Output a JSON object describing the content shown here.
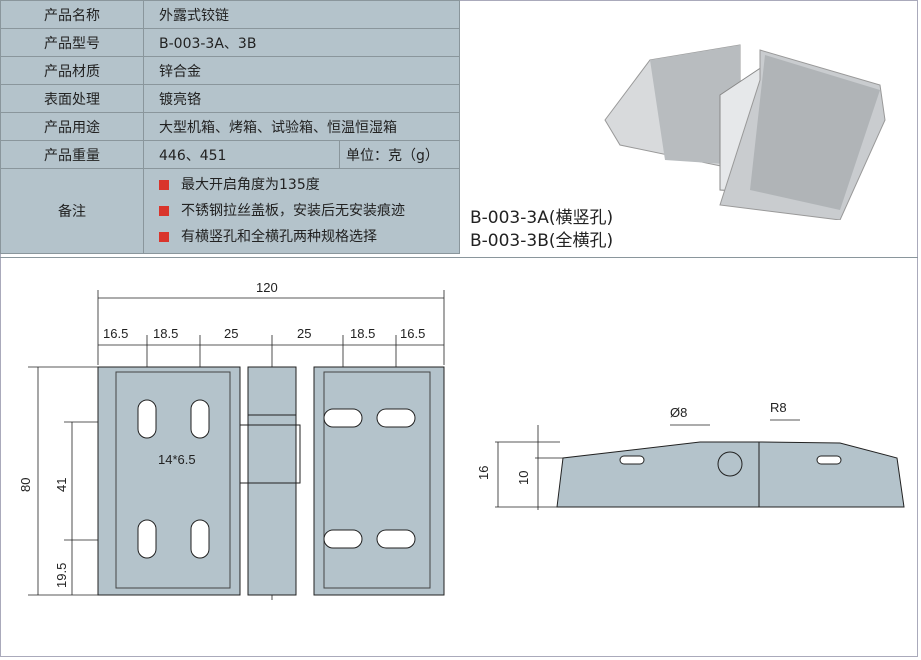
{
  "spec": {
    "rows": [
      {
        "label": "产品名称",
        "value": "外露式铰链"
      },
      {
        "label": "产品型号",
        "value": "B-003-3A、3B"
      },
      {
        "label": "产品材质",
        "value": "锌合金"
      },
      {
        "label": "表面处理",
        "value": "镀亮铬"
      },
      {
        "label": "产品用途",
        "value": "大型机箱、烤箱、试验箱、恒温恒湿箱"
      },
      {
        "label": "产品重量",
        "value": "446、451",
        "unit": "单位：克（g）"
      }
    ],
    "notes_label": "备注",
    "notes": [
      "最大开启角度为135度",
      "不锈钢拉丝盖板，安装后无安装痕迹",
      "有横竖孔和全横孔两种规格选择"
    ]
  },
  "captions": [
    "B-003-3A(横竖孔)",
    "B-003-3B(全横孔)"
  ],
  "dims": {
    "total": "120",
    "d1": "16.5",
    "d2": "18.5",
    "d3": "25",
    "d4": "25",
    "d5": "18.5",
    "d6": "16.5",
    "height": "80",
    "hole_pitch": "41",
    "bottom": "19.5",
    "slot": "14*6.5",
    "thick": "16",
    "thick2": "10",
    "dia": "Ø8",
    "radius": "R8"
  },
  "colors": {
    "fill": "#b4c3cb",
    "bullet": "#d9342b"
  }
}
